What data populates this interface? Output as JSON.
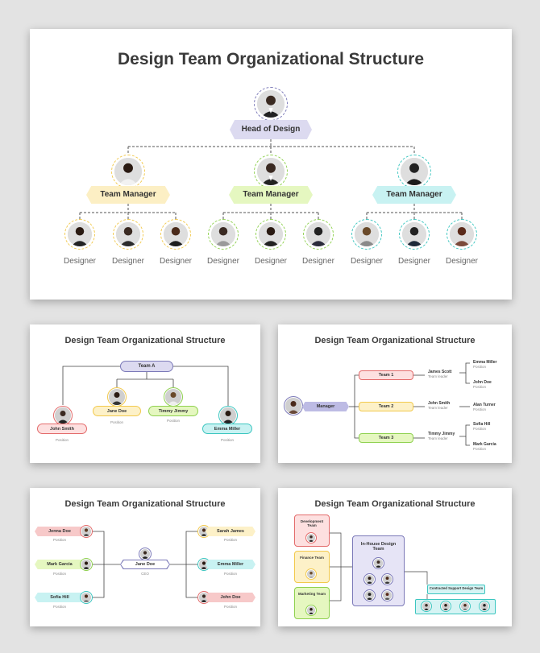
{
  "main": {
    "title": "Design Team Organizational Structure",
    "head_label": "Head of Design",
    "managers": [
      "Team Manager",
      "Team Manager",
      "Team Manager"
    ],
    "designer_label": "Designer",
    "colors": {
      "head": "#dcdaf0",
      "m1": "#fcefc4",
      "m2": "#e5f7c0",
      "m3": "#c8f2f2",
      "b1": "#f2c94c",
      "b2": "#8fd14f",
      "b3": "#3cc6c0",
      "bh": "#7b79b8"
    }
  },
  "s1": {
    "title": "Design Team Organizational Structure",
    "team": "Team A",
    "members": [
      "John Smith",
      "Jane Doe",
      "Timmy Jimmy",
      "Emma Miller"
    ],
    "position": "Position"
  },
  "s2": {
    "title": "Design Team Organizational Structure",
    "manager": "Manager",
    "teams": [
      "Team 1",
      "Team 2",
      "Team 3"
    ],
    "leaders": [
      "James Scott",
      "John Smith",
      "Timmy Jimmy"
    ],
    "leader_role": "Team leader",
    "members": [
      "Emma Miller",
      "John Doe",
      "Alan Turner",
      "Sofia Hill",
      "Mark Garcia"
    ],
    "position": "Position"
  },
  "s3": {
    "title": "Design Team Organizational Structure",
    "left": [
      "Jenna Doe",
      "Mark Garcia",
      "Sofia Hill"
    ],
    "center": "Jane Doe",
    "center_role": "CEO",
    "right": [
      "Sarah James",
      "Emma Miller",
      "John Doe"
    ],
    "position": "Position"
  },
  "s4": {
    "title": "Design Team Organizational Structure",
    "dev": "Development Team",
    "finance": "Finance Team",
    "marketing": "Marketing Team",
    "inhouse": "In-House Design Team",
    "contracted": "Contracted Support Design Team"
  }
}
